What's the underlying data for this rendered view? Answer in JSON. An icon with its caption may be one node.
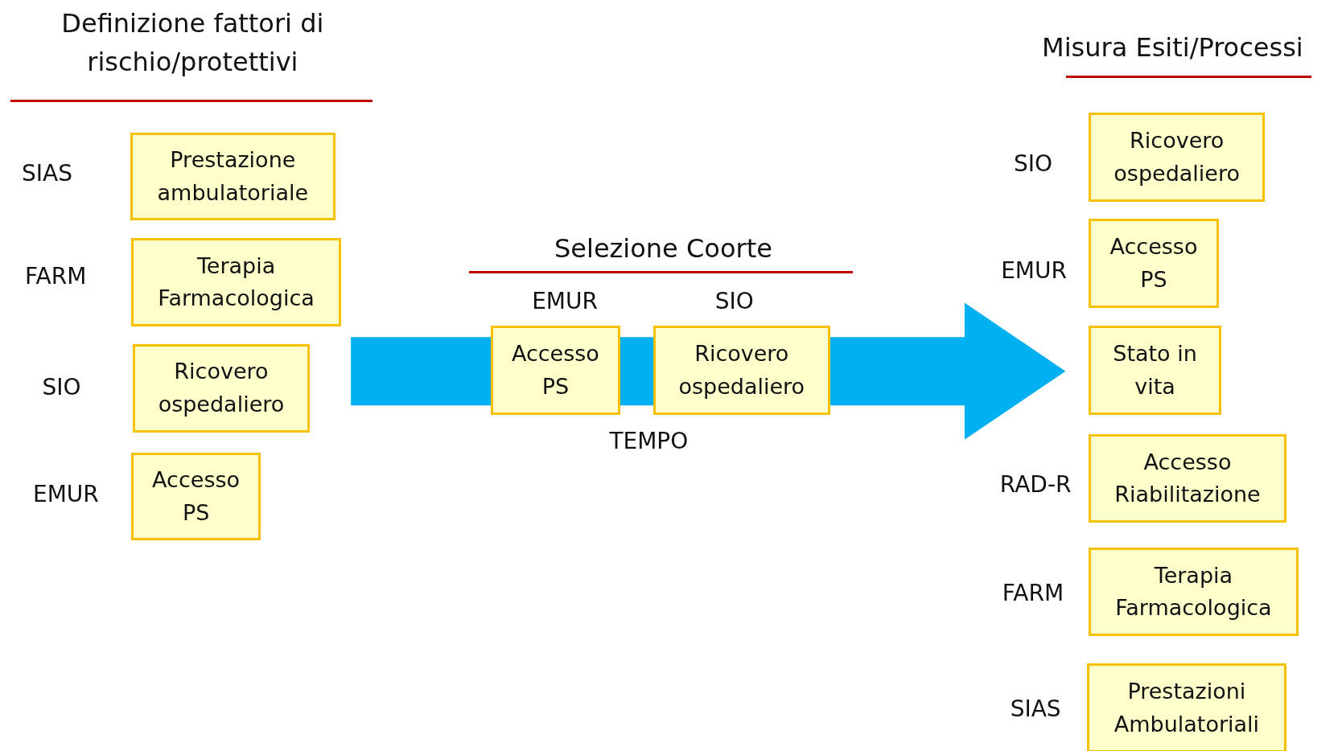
{
  "diagram": {
    "nodes": [
      {
        "text": [
          "Prestazione ambulatoriale"
        ],
        "beside": [
          "SIAS"
        ]
      },
      {
        "text": [
          "Terapia Farmacologica"
        ],
        "beside": [
          "FARM"
        ]
      },
      {
        "text": [
          "Ricovero ospedaliero"
        ],
        "beside": [
          "SIO"
        ]
      },
      {
        "text": [
          "Accesso PS"
        ],
        "beside": [
          "EMUR"
        ]
      },
      {
        "text": [
          "Accesso PS"
        ],
        "beside": [
          "EMUR"
        ]
      },
      {
        "text": [
          "Ricovero ospedaliero"
        ],
        "beside": [
          "SIO"
        ]
      },
      {
        "text": [
          "Ricovero ospedaliero"
        ],
        "beside": [
          "SIO"
        ]
      },
      {
        "text": [
          "Accesso PS"
        ],
        "beside": [
          "EMUR"
        ]
      },
      {
        "text": [
          "Stato in vita"
        ]
      },
      {
        "text": [
          "Accesso Riabilitazione"
        ],
        "beside": [
          "RAD-R"
        ]
      },
      {
        "text": [
          "Terapia Farmacologica"
        ],
        "beside": [
          "FARM"
        ]
      },
      {
        "text": [
          "Prestazioni Ambulatoriali"
        ],
        "beside": [
          "SIAS"
        ]
      }
    ],
    "labels": [
      "Definizione fattori di rischio/protettivi",
      "Misura Esiti/Processi",
      "Selezione Coorte",
      "TEMPO"
    ]
  }
}
